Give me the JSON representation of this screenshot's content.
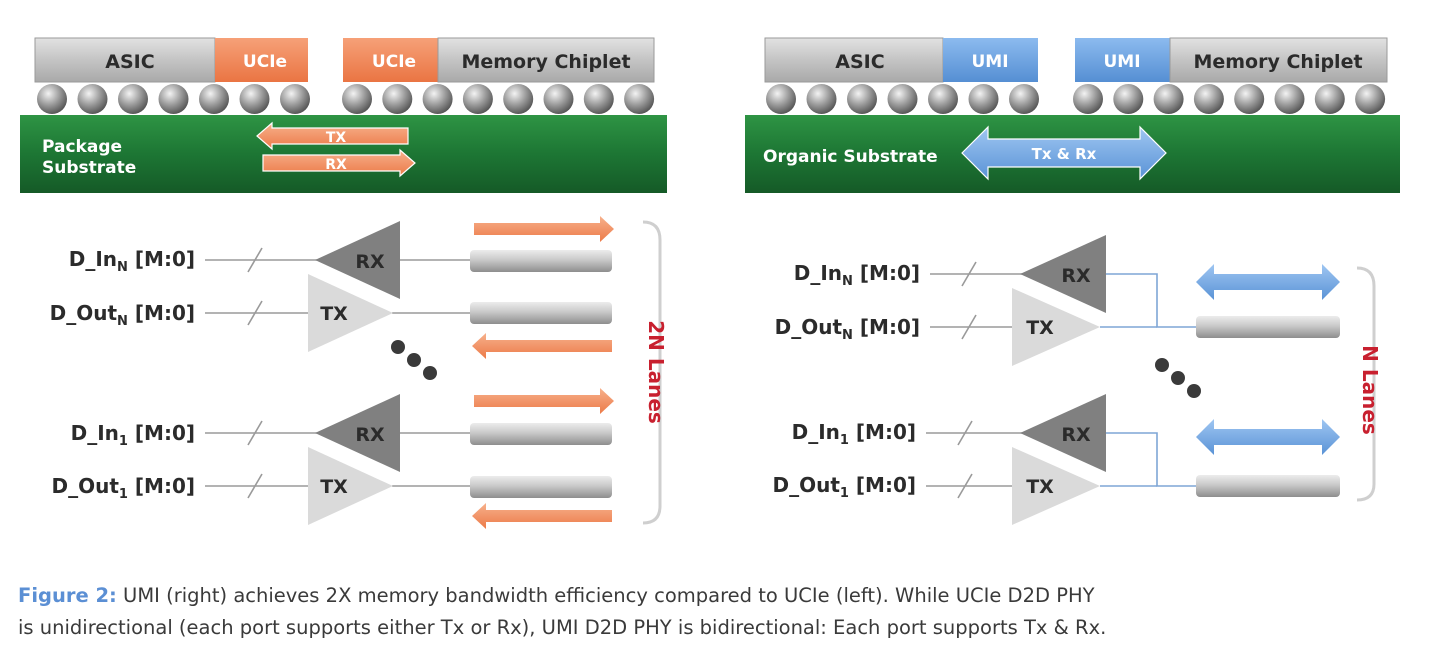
{
  "left_panel": {
    "asic": "ASIC",
    "ucie_left": "UCIe",
    "ucie_right": "UCIe",
    "memory_chiplet": "Memory Chiplet",
    "substrate_line1": "Package",
    "substrate_line2": "Substrate",
    "arrow_tx": "TX",
    "arrow_rx": "RX",
    "lanes_label": "2N Lanes",
    "ports": [
      {
        "signal": "D_In",
        "sub": "N",
        "bits": " [M:0]",
        "amp": "RX"
      },
      {
        "signal": "D_Out",
        "sub": "N",
        "bits": " [M:0]",
        "amp": "TX"
      },
      {
        "signal": "D_In",
        "sub": "1",
        "bits": " [M:0]",
        "amp": "RX"
      },
      {
        "signal": "D_Out",
        "sub": "1",
        "bits": " [M:0]",
        "amp": "TX"
      }
    ]
  },
  "right_panel": {
    "asic": "ASIC",
    "umi_left": "UMI",
    "umi_right": "UMI",
    "memory_chiplet": "Memory Chiplet",
    "substrate": "Organic Substrate",
    "arrow_txrx": "Tx & Rx",
    "lanes_label": "N Lanes",
    "ports": [
      {
        "signal": "D_In",
        "sub": "N",
        "bits": " [M:0]",
        "amp": "RX"
      },
      {
        "signal": "D_Out",
        "sub": "N",
        "bits": " [M:0]",
        "amp": "TX"
      },
      {
        "signal": "D_In",
        "sub": "1",
        "bits": " [M:0]",
        "amp": "RX"
      },
      {
        "signal": "D_Out",
        "sub": "1",
        "bits": " [M:0]",
        "amp": "TX"
      }
    ]
  },
  "caption": {
    "label": "Figure 2:",
    "line1": " UMI (right) achieves 2X memory bandwidth efficiency compared to UCIe (left). While UCIe D2D PHY",
    "line2": "is unidirectional (each port supports either Tx or Rx), UMI D2D PHY is bidirectional: Each port supports Tx & Rx."
  },
  "colors": {
    "orange": "#f08a55",
    "blue": "#6ea3df",
    "green": "#1e7a36",
    "lanes_red": "#c8202f",
    "caption_blue": "#5b8fd4"
  },
  "icons": [
    "solder-ball-icon",
    "ellipsis-dots-icon",
    "bus-slash-icon",
    "bracket-icon"
  ]
}
